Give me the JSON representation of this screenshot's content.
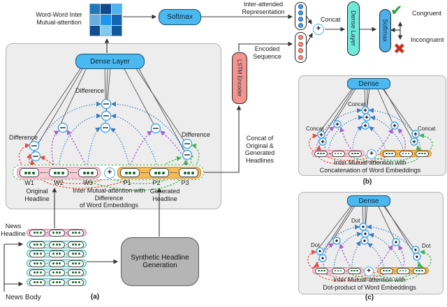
{
  "icons": {
    "plus": "+",
    "check": "✔",
    "cross": "✖"
  },
  "colors": {
    "accent_blue": "#4bb8f0",
    "cyan_dense": "#70e9db",
    "salmon_lstm": "#f5948d",
    "pink_row": "#f7cbd6",
    "orange_row": "#f4bc55",
    "teal_row": "#c9f4ee",
    "green_check": "#2f9e38",
    "red_cross": "#c23325",
    "matrix": [
      "#1f78b8",
      "#104a8e",
      "#4fb3ef",
      "#68aede",
      "#1e96f0",
      "#1565b4",
      "#0f4c90",
      "#7ecbf2",
      "#11579e"
    ]
  },
  "top": {
    "matrix_label_1": "Word-Word Inter",
    "matrix_label_2": "Mutual-attention",
    "softmax": "Softmax",
    "inter_attended_1": "Inter-attended",
    "inter_attended_2": "Representation",
    "concat": "Concat",
    "dense_layer_vertical": "Dense Layer",
    "softmax_vertical": "Softmax",
    "congruent": "Congruent",
    "incongruent": "Incongruent",
    "encoded_1": "Encoded",
    "encoded_2": "Sequence",
    "lstm": "LSTM Encoder",
    "concat_of_1": "Concat of",
    "concat_of_2": "Original &",
    "concat_of_3": "Generated",
    "concat_of_4": "Headlines"
  },
  "panel_a": {
    "dense": "Dense Layer",
    "difference_top": "Difference",
    "difference_left": "Difference",
    "difference_right": "Difference",
    "w1": "W1",
    "w2": "W2",
    "w3": "W3",
    "p1": "P1",
    "p2": "P2",
    "p3": "P3",
    "original_1": "Original",
    "original_2": "Headline",
    "caption_1": "Inter Mutual-attention with",
    "caption_2": "Difference",
    "caption_3": "of Word Embeddings",
    "generated_1": "Generated",
    "generated_2": "Headline",
    "tag": "(a)"
  },
  "bottom": {
    "news_1": "News",
    "news_2": "Headline",
    "news_body": "News Body",
    "synth_1": "Synthetic Headline",
    "synth_2": "Generation"
  },
  "panel_b": {
    "dense": "Dense",
    "concat_top": "Concat",
    "concat_left": "Concat",
    "concat_right": "Concat",
    "caption_1": "Inter Mutual-attention with",
    "caption_2": "Concatenation of Word Embeddings",
    "tag": "(b)"
  },
  "panel_c": {
    "dense": "Dense",
    "dot_top": "Dot",
    "dot_left": "Dot",
    "dot_right": "Dot",
    "caption_1": "Inter Mutual-attention with",
    "caption_2": "Dot-product of Word Embeddings",
    "tag": "(c)"
  }
}
